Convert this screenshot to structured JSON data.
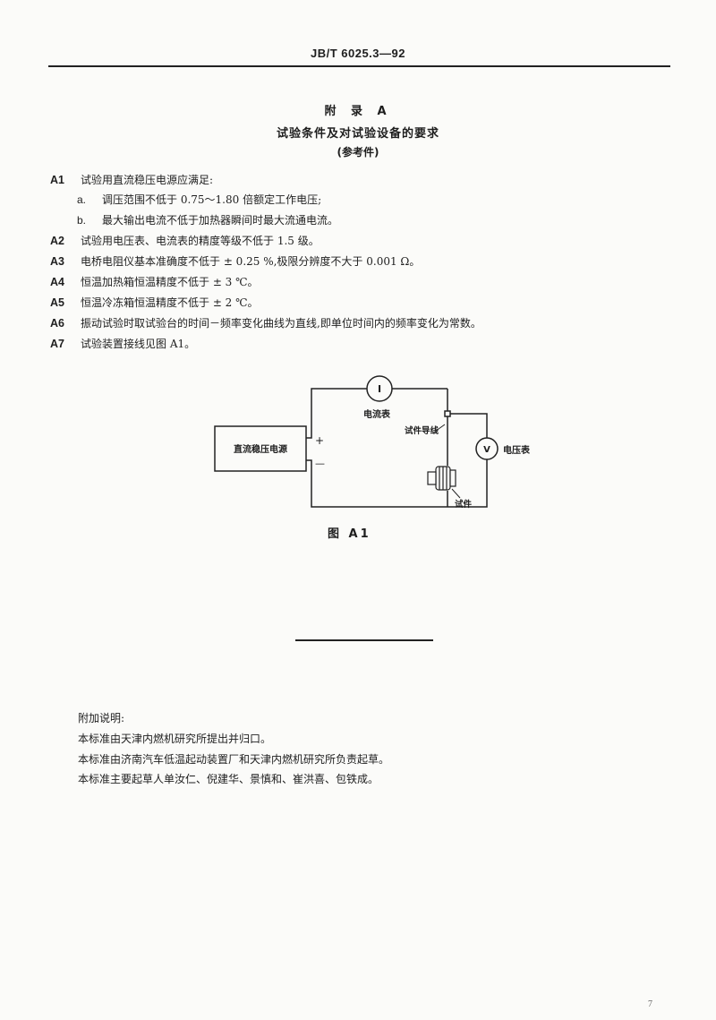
{
  "header": {
    "code": "JB/T 6025.3—92"
  },
  "appendix": {
    "title": "附 录 A",
    "subtitle": "试验条件及对试验设备的要求",
    "note": "(参考件)"
  },
  "clauses": [
    {
      "num": "A1",
      "text": "试验用直流稳压电源应满足:"
    },
    {
      "num": "A2",
      "text": "试验用电压表、电流表的精度等级不低于 1.5 级。"
    },
    {
      "num": "A3",
      "text": "电桥电阻仪基本准确度不低于 ± 0.25 %,极限分辨度不大于 0.001 Ω。"
    },
    {
      "num": "A4",
      "text": "恒温加热箱恒温精度不低于 ± 3 ℃。"
    },
    {
      "num": "A5",
      "text": "恒温冷冻箱恒温精度不低于 ± 2 ℃。"
    },
    {
      "num": "A6",
      "text": "振动试验时取试验台的时间－频率变化曲线为直线,即单位时间内的频率变化为常数。"
    },
    {
      "num": "A7",
      "text": "试验装置接线见图 A1。"
    }
  ],
  "subitems": [
    {
      "label": "a.",
      "text": "调压范围不低于 0.75～1.80 倍额定工作电压;"
    },
    {
      "label": "b.",
      "text": "最大输出电流不低于加热器瞬间时最大流通电流。"
    }
  ],
  "figure": {
    "power_supply": "直流稳压电源",
    "plus": "+",
    "minus": "—",
    "ammeter_symbol": "I",
    "ammeter_label": "电流表",
    "voltmeter_symbol": "V",
    "voltmeter_label": "电压表",
    "lead_label": "试件导线",
    "specimen_label": "试件",
    "caption": "图  A1"
  },
  "notes": {
    "heading": "附加说明:",
    "lines": [
      "本标准由天津内燃机研究所提出并归口。",
      "本标准由济南汽车低温起动装置厂和天津内燃机研究所负责起草。",
      "本标准主要起草人单汝仁、倪建华、景慎和、崔洪喜、包铁成。"
    ]
  },
  "page_number": "7"
}
